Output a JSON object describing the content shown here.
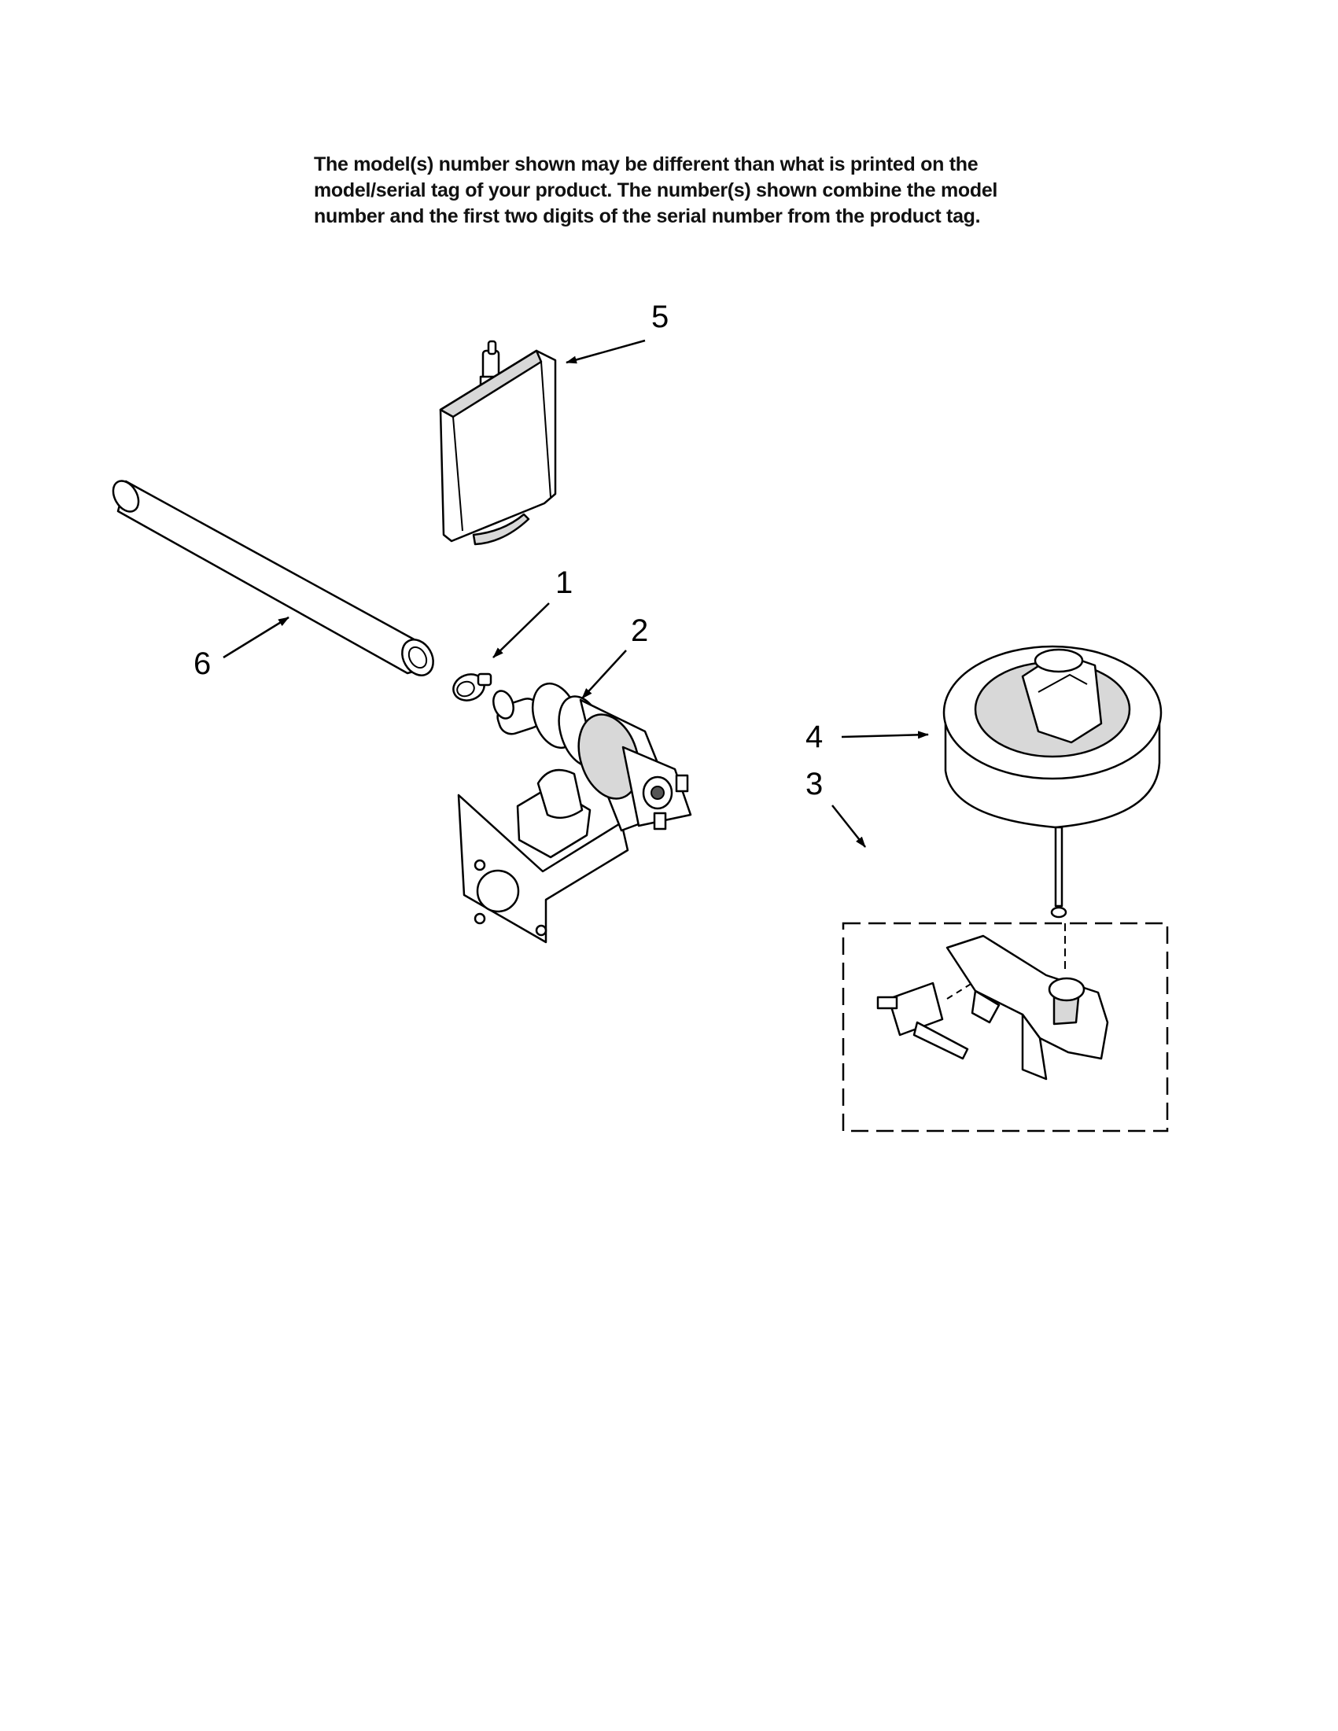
{
  "disclaimer": {
    "line1": "The model(s) number shown may be different than what is printed on the",
    "line2": "model/serial tag of your product. The number(s) shown combine the model",
    "line3": "number and the first two digits of the serial number from the product tag."
  },
  "callouts": {
    "c1": "1",
    "c2": "2",
    "c3": "3",
    "c4": "4",
    "c5": "5",
    "c6": "6"
  }
}
